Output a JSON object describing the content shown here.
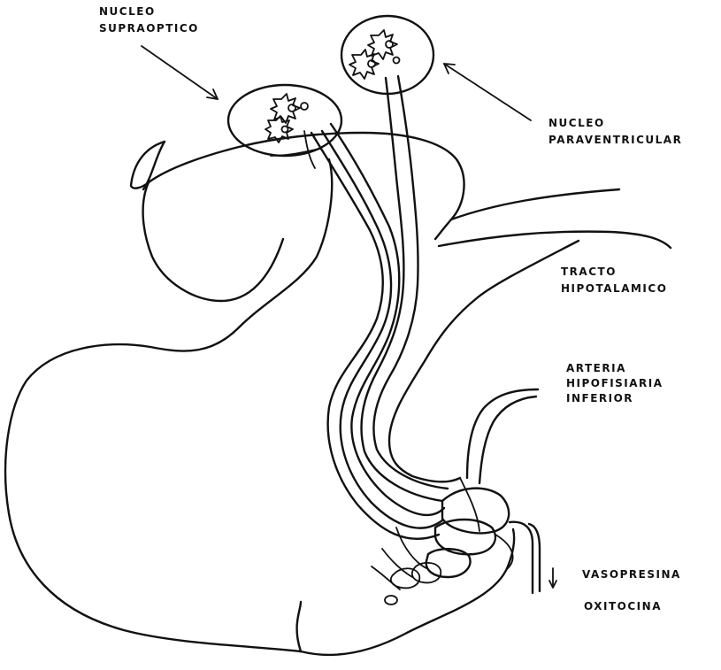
{
  "labels": {
    "supraoptic": [
      "NUCLEO",
      "SUPRAOPTICO"
    ],
    "paraventricular": [
      "NUCLEO",
      "PARAVENTRICULAR"
    ],
    "tract": [
      "TRACTO",
      "HIPOTALAMICO"
    ],
    "artery": [
      "ARTERIA",
      "HIPOFISIARIA",
      "INFERIOR"
    ],
    "hormone1": "VASOPRESINA",
    "hormone2": "OXITOCINA"
  },
  "colors": {
    "ink": "#111111",
    "background": "#ffffff"
  }
}
